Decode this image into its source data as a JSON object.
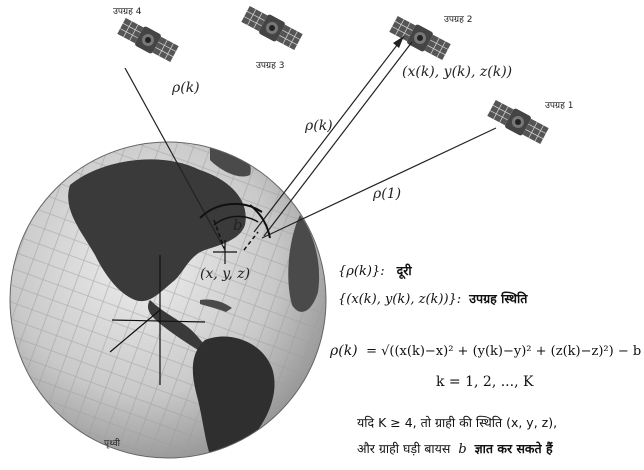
{
  "satellites": {
    "sat1_label": "उपग्रह 1",
    "sat2_label": "उपग्रह 2",
    "sat3_label": "उपग्रह 3",
    "sat4_label": "उपग्रह 4"
  },
  "labels": {
    "rho_k_left": "ρ(k)",
    "rho_k_mid": "ρ(k)",
    "rho_1": "ρ(1)",
    "sat2_coords": "(x(k), y(k), z(k))",
    "b_label": "b",
    "receiver_pos": "(x, y, z)",
    "earth_label": "पृथ्वी"
  },
  "legend": {
    "distance_symbol": "{ρ(k)}:",
    "distance_text": "दूरी",
    "position_symbol": "{(x(k), y(k), z(k))}:",
    "position_text": "उपग्रह स्थिति"
  },
  "equation": {
    "lhs": "ρ(k)",
    "rhs": "= √((x(k)−x)² + (y(k)−y)² + (z(k)−z)²) − b",
    "index_range": "k = 1, 2, ..., K"
  },
  "note": {
    "line1": "यदि K ≥ 4, तो ग्राही की स्थिति (x, y, z),",
    "line2_a": "और ग्राही घड़ी बायस",
    "line2_b": "b",
    "line2_c": "ज्ञात कर सकते हैं"
  }
}
